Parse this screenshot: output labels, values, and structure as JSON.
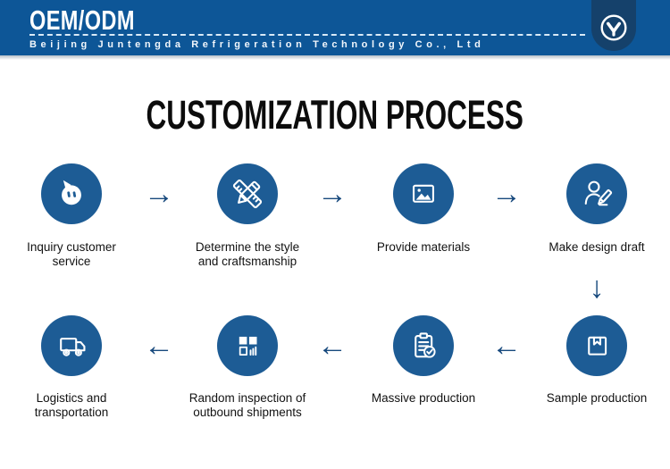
{
  "header": {
    "logo_text": "OEM/ODM",
    "company_name": "Beijing Juntengda Refrigeration Technology Co., Ltd",
    "colors": {
      "banner_bg": "#0d5697",
      "badge_bg": "#15416b"
    }
  },
  "title": "CUSTOMIZATION PROCESS",
  "process": {
    "circle_color": "#1d5c95",
    "arrow_color": "#17497d",
    "arrows": {
      "right": "→",
      "left": "←",
      "down": "↓"
    },
    "steps": [
      {
        "label": "Inquiry customer service",
        "icon": "chat-bubble-icon"
      },
      {
        "label": "Determine the style and craftsmanship",
        "icon": "pencil-ruler-icon"
      },
      {
        "label": "Provide materials",
        "icon": "image-icon"
      },
      {
        "label": "Make design draft",
        "icon": "designer-icon"
      },
      {
        "label": "Sample production",
        "icon": "box-icon"
      },
      {
        "label": "Massive production",
        "icon": "clipboard-check-icon"
      },
      {
        "label": "Random inspection of outbound shipments",
        "icon": "grid-window-icon"
      },
      {
        "label": "Logistics and transportation",
        "icon": "truck-icon"
      }
    ]
  }
}
